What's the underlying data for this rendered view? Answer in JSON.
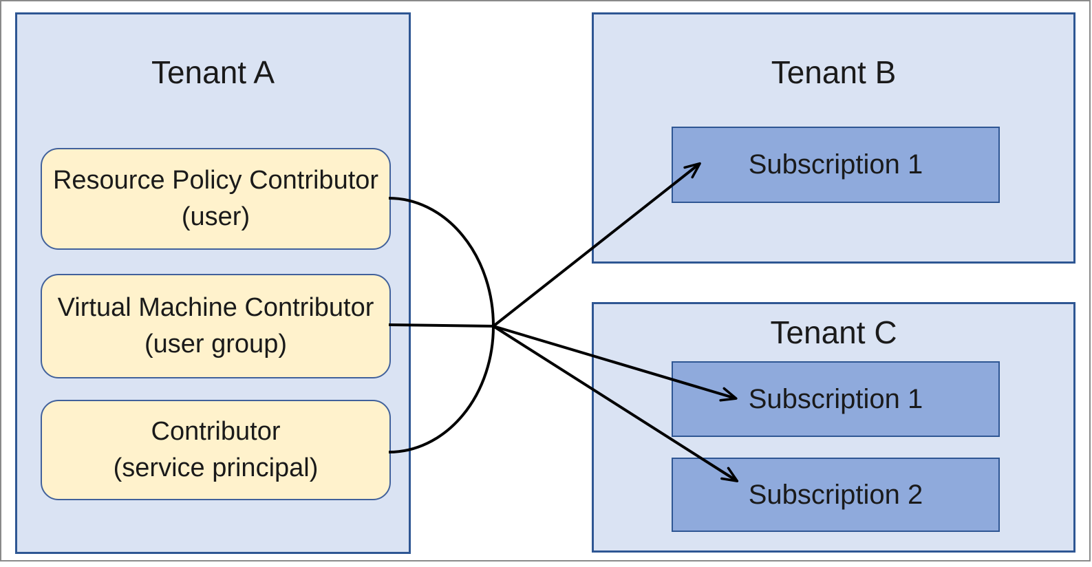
{
  "palette": {
    "tenant_fill": "#dae3f3",
    "tenant_border": "#2e5693",
    "subscription_fill": "#8faadc",
    "subscription_border": "#2e5693",
    "role_fill": "#fff2cc",
    "role_border": "#41619b",
    "connector": "#000000",
    "frame_border": "#8a8a8a",
    "text": "#1a1a1a"
  },
  "tenant_a": {
    "title": "Tenant A",
    "roles": [
      {
        "label": "Resource Policy Contributor",
        "sublabel": "(user)"
      },
      {
        "label": "Virtual Machine Contributor",
        "sublabel": "(user group)"
      },
      {
        "label": "Contributor",
        "sublabel": "(service principal)"
      }
    ]
  },
  "tenant_b": {
    "title": "Tenant B",
    "subscriptions": [
      {
        "label": "Subscription 1"
      }
    ]
  },
  "tenant_c": {
    "title": "Tenant C",
    "subscriptions": [
      {
        "label": "Subscription 1"
      },
      {
        "label": "Subscription 2"
      }
    ]
  }
}
